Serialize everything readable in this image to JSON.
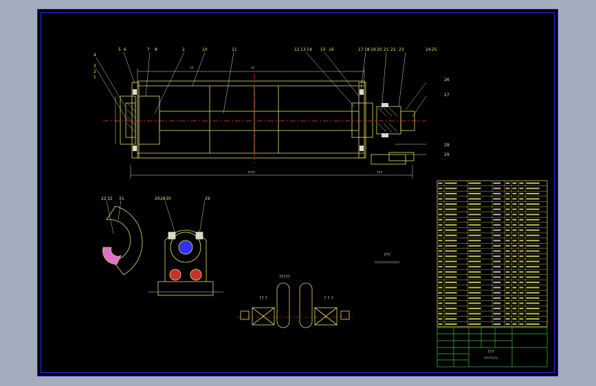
{
  "drawing": {
    "colors": {
      "background": "#000000",
      "sheet_border": "#2a2aff",
      "outline": "#e8e26a",
      "dimension": "#d8d8d8",
      "centerline": "#ff3a3a",
      "table_grid": "#e8e26a",
      "title_block": "#3fbf3f"
    },
    "main_view": {
      "part_numbers_top": [
        "5",
        "6",
        "7",
        "8",
        "2",
        "10",
        "11",
        "12",
        "13",
        "14",
        "15",
        "16",
        "17",
        "18",
        "19",
        "20",
        "21",
        "22",
        "23",
        "24",
        "25"
      ],
      "part_numbers_left": [
        "4",
        "3",
        "2",
        "1"
      ],
      "part_numbers_right": [
        "26",
        "27",
        "28",
        "29"
      ],
      "dimension_labels": [
        "??",
        "????",
        "??",
        "???"
      ]
    },
    "section_views": {
      "bearing_labels": [
        "22",
        "32",
        "31"
      ],
      "housing_labels": [
        "26",
        "28",
        "30",
        "29"
      ]
    },
    "detail_views": {
      "title": "?????",
      "left_label": "?? ?",
      "right_label": "? ? ?"
    },
    "note": {
      "heading": "???",
      "text": "?????????????????"
    },
    "parts_list": {
      "row_count": 28
    },
    "title_block": {
      "title": "???",
      "subtitle": "??????(??)"
    }
  }
}
